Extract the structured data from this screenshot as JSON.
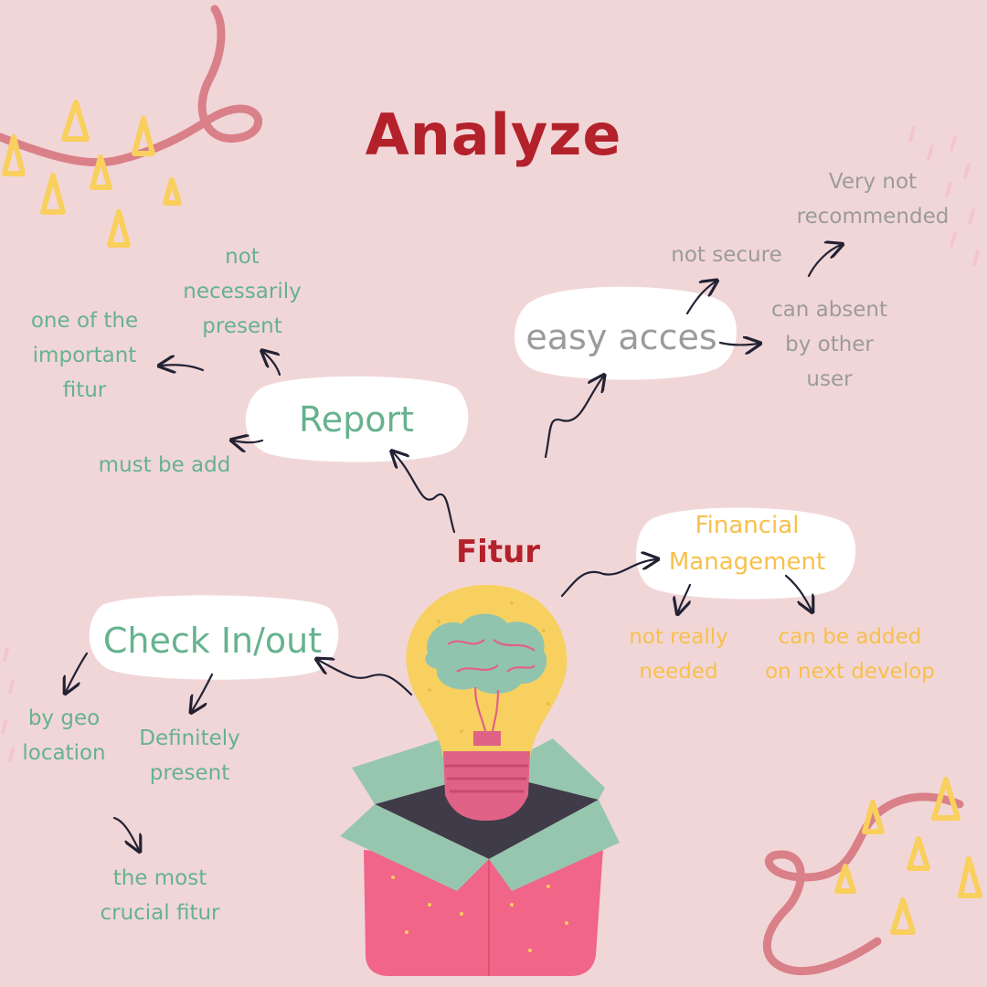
{
  "title": "Analyze",
  "center": {
    "label": "Fitur"
  },
  "nodes": {
    "report": {
      "label": "Report",
      "notes": [
        "not\nnecessarily\npresent",
        "one of the\nimportant\nfitur",
        "must be add"
      ]
    },
    "easy_acces": {
      "label": "easy acces",
      "notes": [
        "not secure",
        "Very not\nrecommended",
        "can absent\nby other\nuser"
      ]
    },
    "financial": {
      "label": "Financial\nManagement",
      "notes": [
        "not really\nneeded",
        "can be added\non next develop"
      ]
    },
    "checkin": {
      "label": "Check In/out",
      "notes": [
        "by geo\nlocation",
        "Definitely\npresent",
        "the most\ncrucial fitur"
      ]
    }
  },
  "colors": {
    "background": "#f1d6d8",
    "title": "#b3212b",
    "green_text": "#66b28e",
    "grey_text": "#9b9b9b",
    "yellow_text": "#f7c04d",
    "bubble": "#ffffff",
    "arrow": "#222233",
    "squiggle": "#d98088",
    "drop": "#f9cf5d"
  },
  "icons": [
    "lightbulb-brain-icon",
    "open-box-icon",
    "squiggle-decoration",
    "drop-decoration"
  ]
}
